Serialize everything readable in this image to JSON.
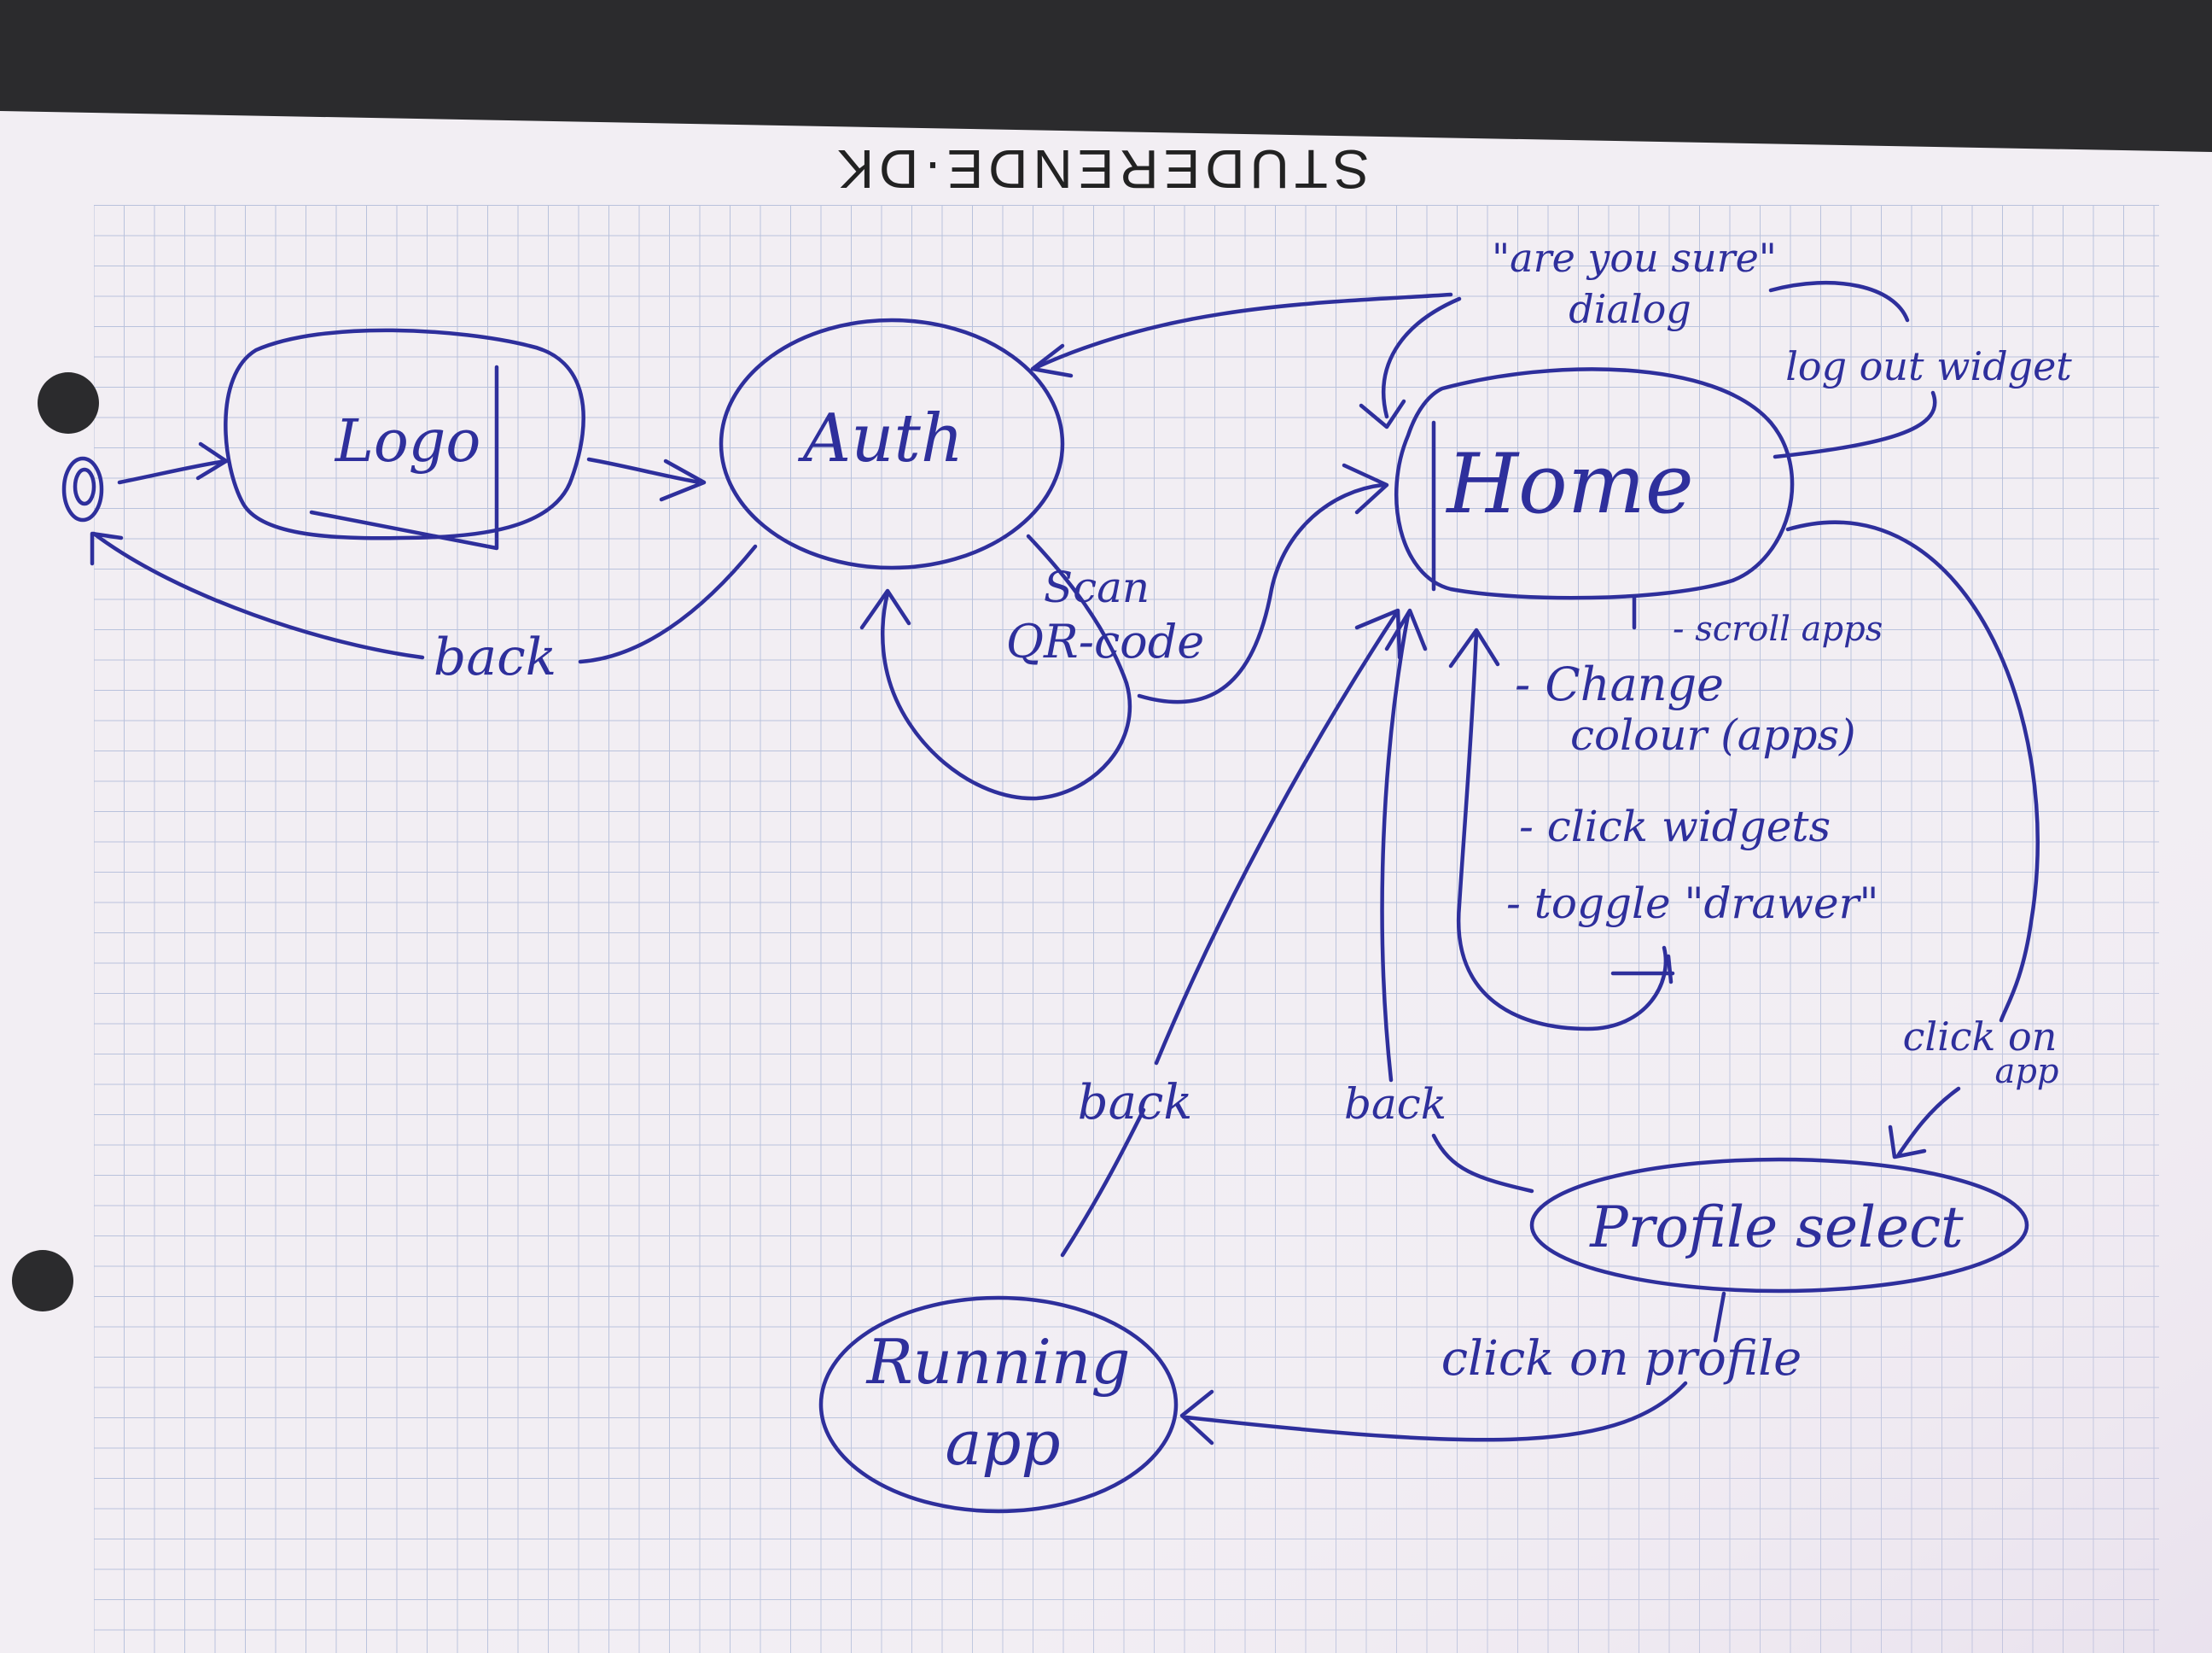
{
  "header": {
    "brand": "STUDERENDE·DK"
  },
  "colors": {
    "ink": "#2e2f9c",
    "paper": "#f2eef3",
    "grid": "#b9c2dc",
    "background": "#2b2b2d"
  },
  "diagram": {
    "nodes": {
      "logo": "Logo",
      "auth": "Auth",
      "home": "Home",
      "profile_select": "Profile select",
      "running_app_line1": "Running",
      "running_app_line2": "app"
    },
    "edge_labels": {
      "back_logo": "back",
      "scan_line1": "Scan",
      "scan_line2": "QR-code",
      "dialog_line1": "\"are you sure\"",
      "dialog_line2": "dialog",
      "logout": "log out widget",
      "scroll_apps": "- scroll apps",
      "change_line1": "- Change",
      "change_line2": "colour (apps)",
      "click_widgets": "- click widgets",
      "toggle_drawer": "- toggle \"drawer\"",
      "click_app_line1": "click on",
      "click_app_line2": "app",
      "back_running": "back",
      "back_profile": "back",
      "click_profile": "click on profile"
    }
  }
}
